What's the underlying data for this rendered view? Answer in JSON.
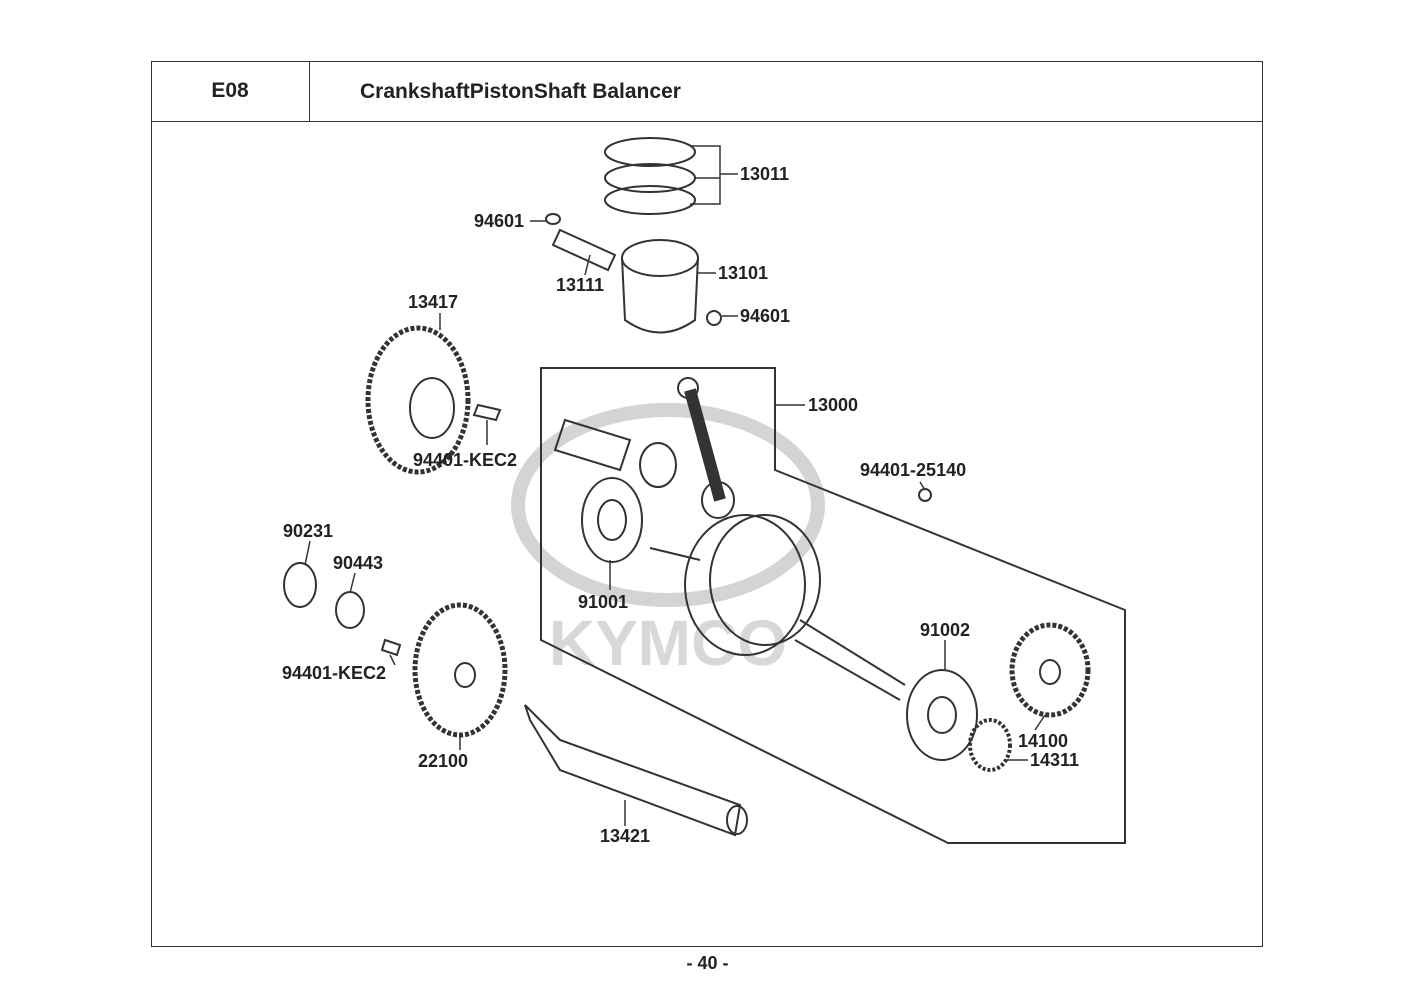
{
  "header": {
    "code": "E08",
    "title": "CrankshaftPistonShaft Balancer"
  },
  "watermark": "KYMCO",
  "parts": [
    {
      "id": "13011"
    },
    {
      "id": "94601"
    },
    {
      "id": "13111"
    },
    {
      "id": "13101"
    },
    {
      "id": "94601"
    },
    {
      "id": "13417"
    },
    {
      "id": "94401-KEC2"
    },
    {
      "id": "13000"
    },
    {
      "id": "94401-25140"
    },
    {
      "id": "90231"
    },
    {
      "id": "90443"
    },
    {
      "id": "91001"
    },
    {
      "id": "91002"
    },
    {
      "id": "94401-KEC2"
    },
    {
      "id": "22100"
    },
    {
      "id": "14100"
    },
    {
      "id": "14311"
    },
    {
      "id": "13421"
    }
  ],
  "footer": {
    "page": "- 40 -"
  }
}
